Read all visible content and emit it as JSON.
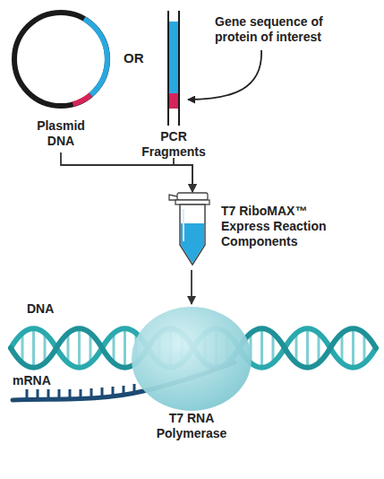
{
  "diagram": {
    "nodes": [
      {
        "text": [
          "Plasmid DNA"
        ]
      },
      {
        "text": [
          "PCR Fragments"
        ]
      },
      {
        "text": [
          "T7 RiboMAX™ Express Reaction Components"
        ]
      },
      {
        "text": [
          "T7 RNA Polymerase"
        ]
      }
    ],
    "edges": [
      {
        "from": 0,
        "to": 2,
        "arrow": "to"
      },
      {
        "from": 1,
        "to": 2,
        "arrow": "to"
      },
      {
        "from": 2,
        "to": 3,
        "arrow": "to"
      }
    ],
    "labels": [
      "OR",
      "Gene sequence of protein of interest",
      "DNA",
      "mRNA"
    ]
  }
}
